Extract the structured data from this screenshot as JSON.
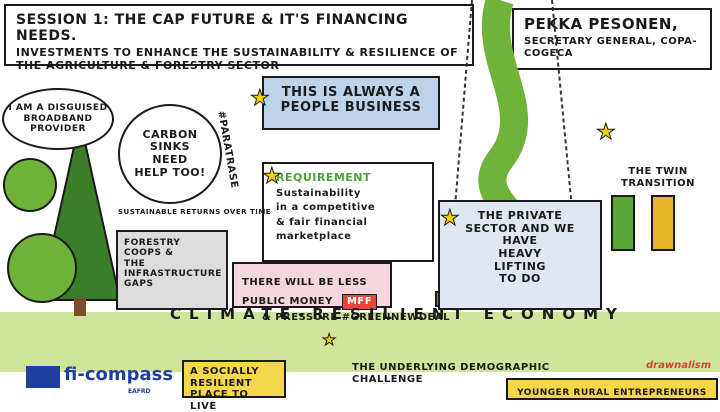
{
  "header": {
    "title": "Session 1: The CAP future & it's financing needs.",
    "subtitle": "Investments to enhance the sustainability & resilience of the agriculture & forestry sector"
  },
  "speaker": {
    "name": "Pekka Pesonen,",
    "role": "Secretary General, Copa-Cogeca"
  },
  "boxes": {
    "people_business": [
      "This is always a",
      "people business"
    ],
    "requirement": {
      "label": "Requirement",
      "lines": [
        "Sustainability",
        "in a competitive",
        "& fair financial",
        "marketplace"
      ]
    },
    "less_money": {
      "text": "There will be less public money",
      "badge": "MFF"
    },
    "private_sector": [
      "The private",
      "sector and we",
      "have",
      "heavy",
      "lifting",
      "to do"
    ],
    "twin_transition": "The twin transition",
    "forestry": [
      "Forestry",
      "Coops &",
      "The",
      "infrastructure",
      "gaps"
    ]
  },
  "bubbles": {
    "carbon": [
      "Carbon",
      "sinks",
      "need",
      "help too!"
    ],
    "broadband": [
      "I am a disguised",
      "broadband",
      "provider"
    ]
  },
  "annotations": {
    "paratrase": "#Paratrase",
    "sustainable_returns": "Sustainable returns over time",
    "pressure": "& pressure #GreenNewDeal",
    "climate_resilient": "Climate-Resilient Economy",
    "demographic": [
      "The underlying demographic",
      "challenge"
    ],
    "socially_resilient": [
      "A socially resilient",
      "place to live"
    ],
    "younger": "Younger rural entrepreneurs"
  },
  "logos": {
    "ficompass": "fi-compass",
    "eafrd": "EAFRD",
    "drawnalism": "drawnalism"
  },
  "colors": {
    "ground_green": "#cfe59a",
    "highlight_yellow": "#f6d64a",
    "people_blue": "#bcd3ea",
    "pink": "#f6d7de",
    "mff_red": "#e14a3a",
    "eu_blue": "#1f3f9e"
  }
}
